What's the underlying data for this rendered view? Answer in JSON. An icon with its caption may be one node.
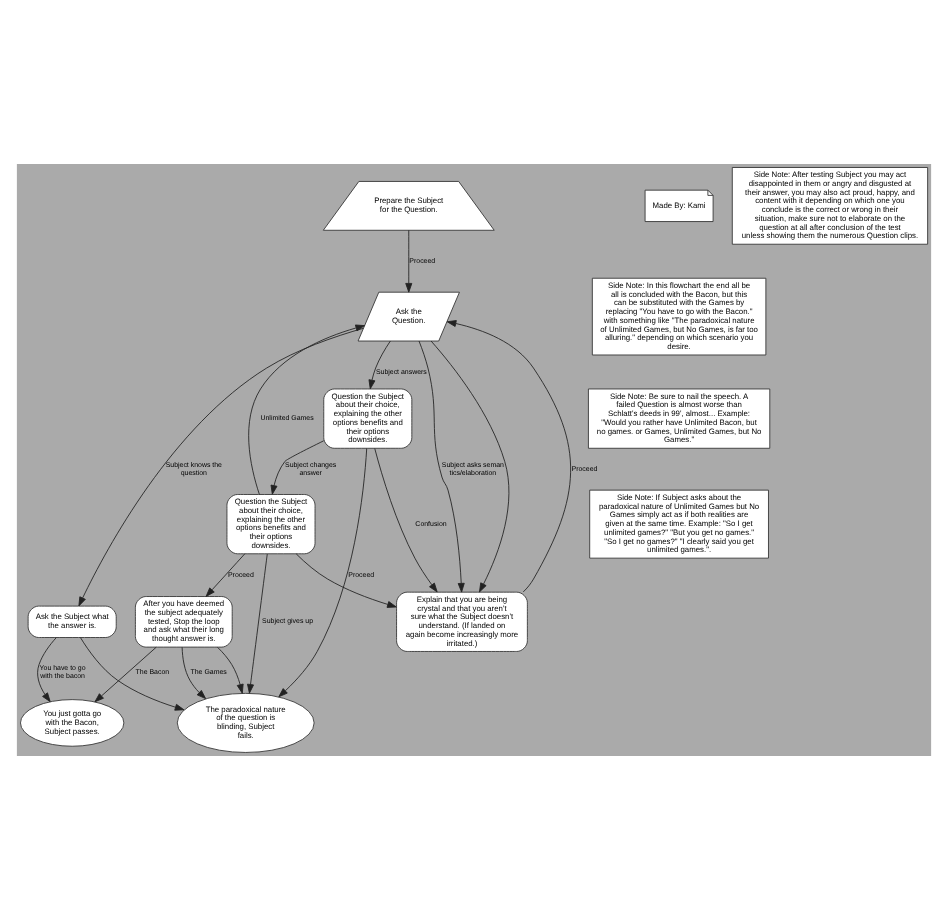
{
  "diagram": {
    "nodes": [
      {
        "text": [
          "Prepare the Subject for the Question."
        ]
      },
      {
        "text": [
          "Ask the Question."
        ]
      },
      {
        "text": [
          "Ask the Subject what the answer is."
        ]
      },
      {
        "text": [
          "Explain that you are being crystal and that you aren't sure what the Subject doesn't understand. (If landed on again become increasingly more irritated.)"
        ]
      },
      {
        "text": [
          "You just gotta go with the Bacon, Subject passes."
        ]
      },
      {
        "text": [
          "The paradoxical nature of the question is blinding, Subject fails."
        ]
      },
      {
        "text": [
          "Question the Subject about their choice, explaining the other options benefits and their options downsides."
        ]
      },
      {
        "text": [
          "Question the Subject about their choice, explaining the other options benefits and their options downsides."
        ]
      },
      {
        "text": [
          "After you have deemed the subject adequately tested, Stop the loop and ask what their long thought answer is."
        ]
      },
      {
        "text": [
          "Made By: Kami"
        ]
      },
      {
        "text": [
          "Side Note: In this flowchart the end all be all is concluded with the Bacon, but this can be substituted with the Games by replacing \"You have to go with the Bacon.\" with something like \"The paradoxical nature of Unlimited Games, but No Games, is far too alluring.\" depending on which scenario you desire."
        ]
      },
      {
        "text": [
          "Side Note: Be sure to nail the speech. A failed Question is almost worse than Schlatt's deeds in 99', almost... Example: \"Would you rather have Unlimited Bacon, but no games. or Games, Unlimited Games, but No Games.\""
        ]
      },
      {
        "text": [
          "Side Note: After testing Subject you may act disappointed in them or angry and disgusted at their answer, you may also act proud, happy, and content with it depending on which one you conclude is the correct or wrong in their situation, make sure not to elaborate on the question at all after conclusion of the test unless showing them the numerous Question clips."
        ]
      },
      {
        "text": [
          "Side Note: If Subject asks about the paradoxical nature of Unlimited Games but No Games simply act as if both realities are given at the same time. Example: \"So I get unlimited games?\" \"But you get no games.\" \"So I get no games?\" \"I clearly said you get unlimited games.\"."
        ]
      }
    ],
    "edges": [
      {
        "from": 0,
        "to": 1,
        "arrow": "to",
        "label": "Proceed"
      },
      {
        "from": 1,
        "to": 2,
        "arrow": "to",
        "label": "Subject knows the question"
      },
      {
        "from": 1,
        "to": 3,
        "arrow": "to",
        "label": "Subject asks semantics/elaboration"
      },
      {
        "from": 3,
        "to": 1,
        "arrow": "to",
        "label": "Proceed"
      },
      {
        "from": 1,
        "to": 3,
        "arrow": "to"
      },
      {
        "from": 1,
        "to": 6,
        "arrow": "to",
        "label": "Subject answers"
      },
      {
        "from": 2,
        "to": 4,
        "arrow": "to",
        "label": "You have to go with the bacon"
      },
      {
        "from": 2,
        "to": 5,
        "arrow": "to"
      },
      {
        "from": 6,
        "to": 5,
        "arrow": "to",
        "label": "Proceed"
      },
      {
        "from": 6,
        "to": 3,
        "arrow": "to",
        "label": "Confusion"
      },
      {
        "from": 6,
        "to": 7,
        "arrow": "to",
        "label": "Subject changes answer"
      },
      {
        "from": 7,
        "to": 3,
        "arrow": "to"
      },
      {
        "from": 7,
        "to": 1,
        "arrow": "to",
        "label": "Unlimited Games"
      },
      {
        "from": 7,
        "to": 5,
        "arrow": "to",
        "label": "Subject gives up"
      },
      {
        "from": 7,
        "to": 8,
        "arrow": "to",
        "label": "Proceed"
      },
      {
        "from": 8,
        "to": 5,
        "arrow": "to"
      },
      {
        "from": 8,
        "to": 5,
        "arrow": "to",
        "label": "The Games"
      },
      {
        "from": 8,
        "to": 4,
        "arrow": "to",
        "label": "The Bacon"
      }
    ]
  }
}
